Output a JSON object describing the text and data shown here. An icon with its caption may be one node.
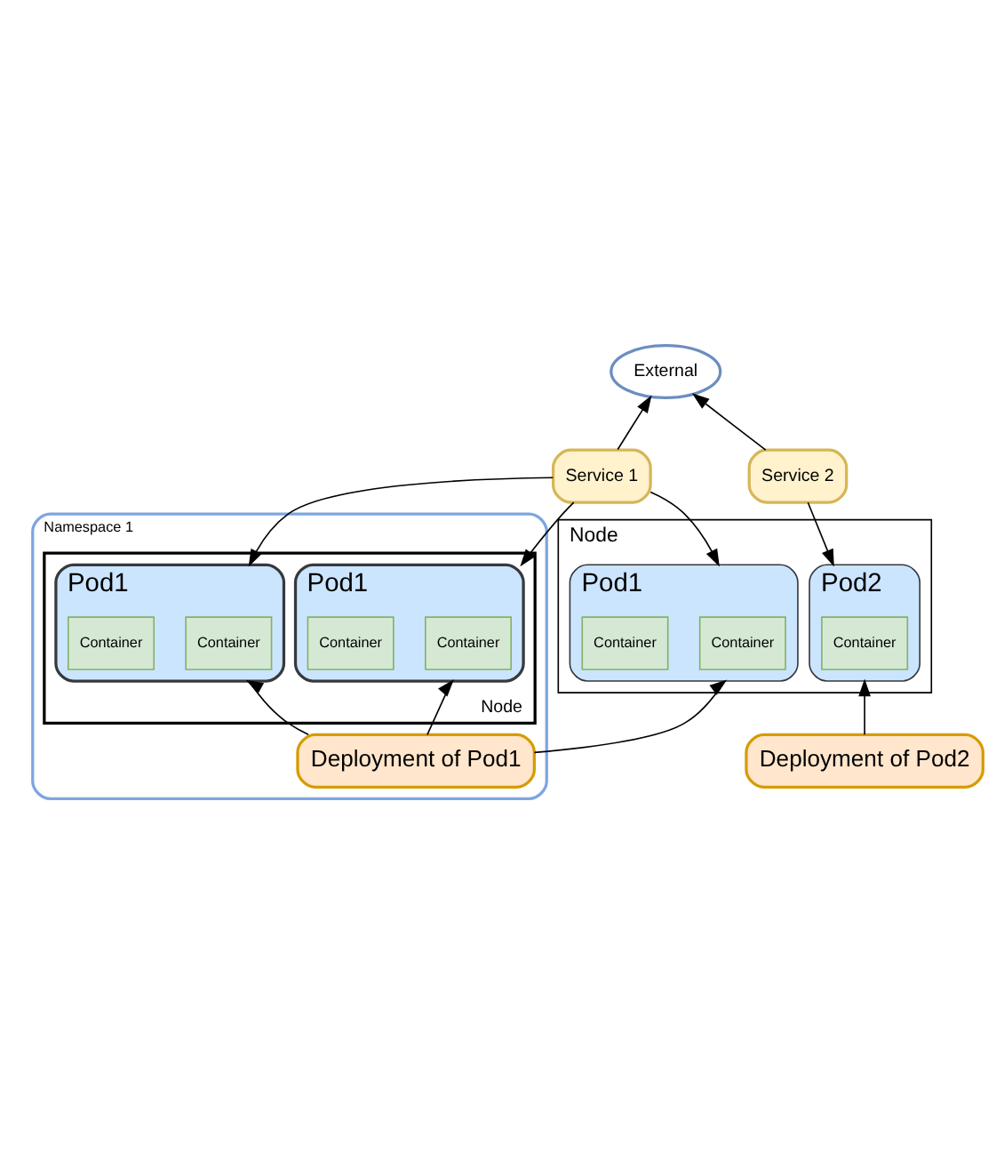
{
  "diagram": {
    "nodes": [
      {
        "text": [
          "External"
        ]
      },
      {
        "text": [
          "Service 2"
        ]
      },
      {
        "text": [
          "Namespace 1"
        ]
      },
      {
        "text": [
          "Service 1"
        ]
      },
      {
        "text": [
          "Node"
        ]
      },
      {
        "text": [
          "Pod2"
        ],
        "in": 4
      },
      {
        "text": [
          "Container"
        ],
        "in": 5
      },
      {
        "text": [
          "Pod1"
        ],
        "in": 4
      },
      {
        "text": [
          "Container"
        ],
        "in": 7
      },
      {
        "text": [
          "Container"
        ],
        "in": 7
      },
      {
        "text": [
          "Node"
        ],
        "in": 2
      },
      {
        "text": [
          "Pod1"
        ],
        "in": 10
      },
      {
        "text": [
          "Container"
        ],
        "in": 11
      },
      {
        "text": [
          "Container"
        ],
        "in": 11
      },
      {
        "text": [
          "Pod1"
        ],
        "in": 10
      },
      {
        "text": [
          "Container"
        ],
        "in": 14
      },
      {
        "text": [
          "Container"
        ],
        "in": 14
      },
      {
        "text": [
          "Deployment of Pod2"
        ]
      },
      {
        "text": [
          "Deployment of Pod1"
        ],
        "in": 2
      }
    ],
    "edges": [
      {
        "from": 1,
        "to": 0,
        "arrow": "to"
      },
      {
        "from": 1,
        "to": 5,
        "arrow": "to"
      },
      {
        "from": 3,
        "to": 0,
        "arrow": "to"
      },
      {
        "from": 3,
        "to": 7,
        "arrow": "to"
      },
      {
        "from": 3,
        "to": 11,
        "arrow": "to"
      },
      {
        "from": 3,
        "to": 14,
        "arrow": "to"
      },
      {
        "from": 17,
        "to": 5,
        "arrow": "to"
      },
      {
        "from": 18,
        "to": 7,
        "arrow": "to"
      },
      {
        "from": 18,
        "to": 11,
        "arrow": "to"
      },
      {
        "from": 18,
        "to": 14,
        "arrow": "to"
      }
    ]
  }
}
